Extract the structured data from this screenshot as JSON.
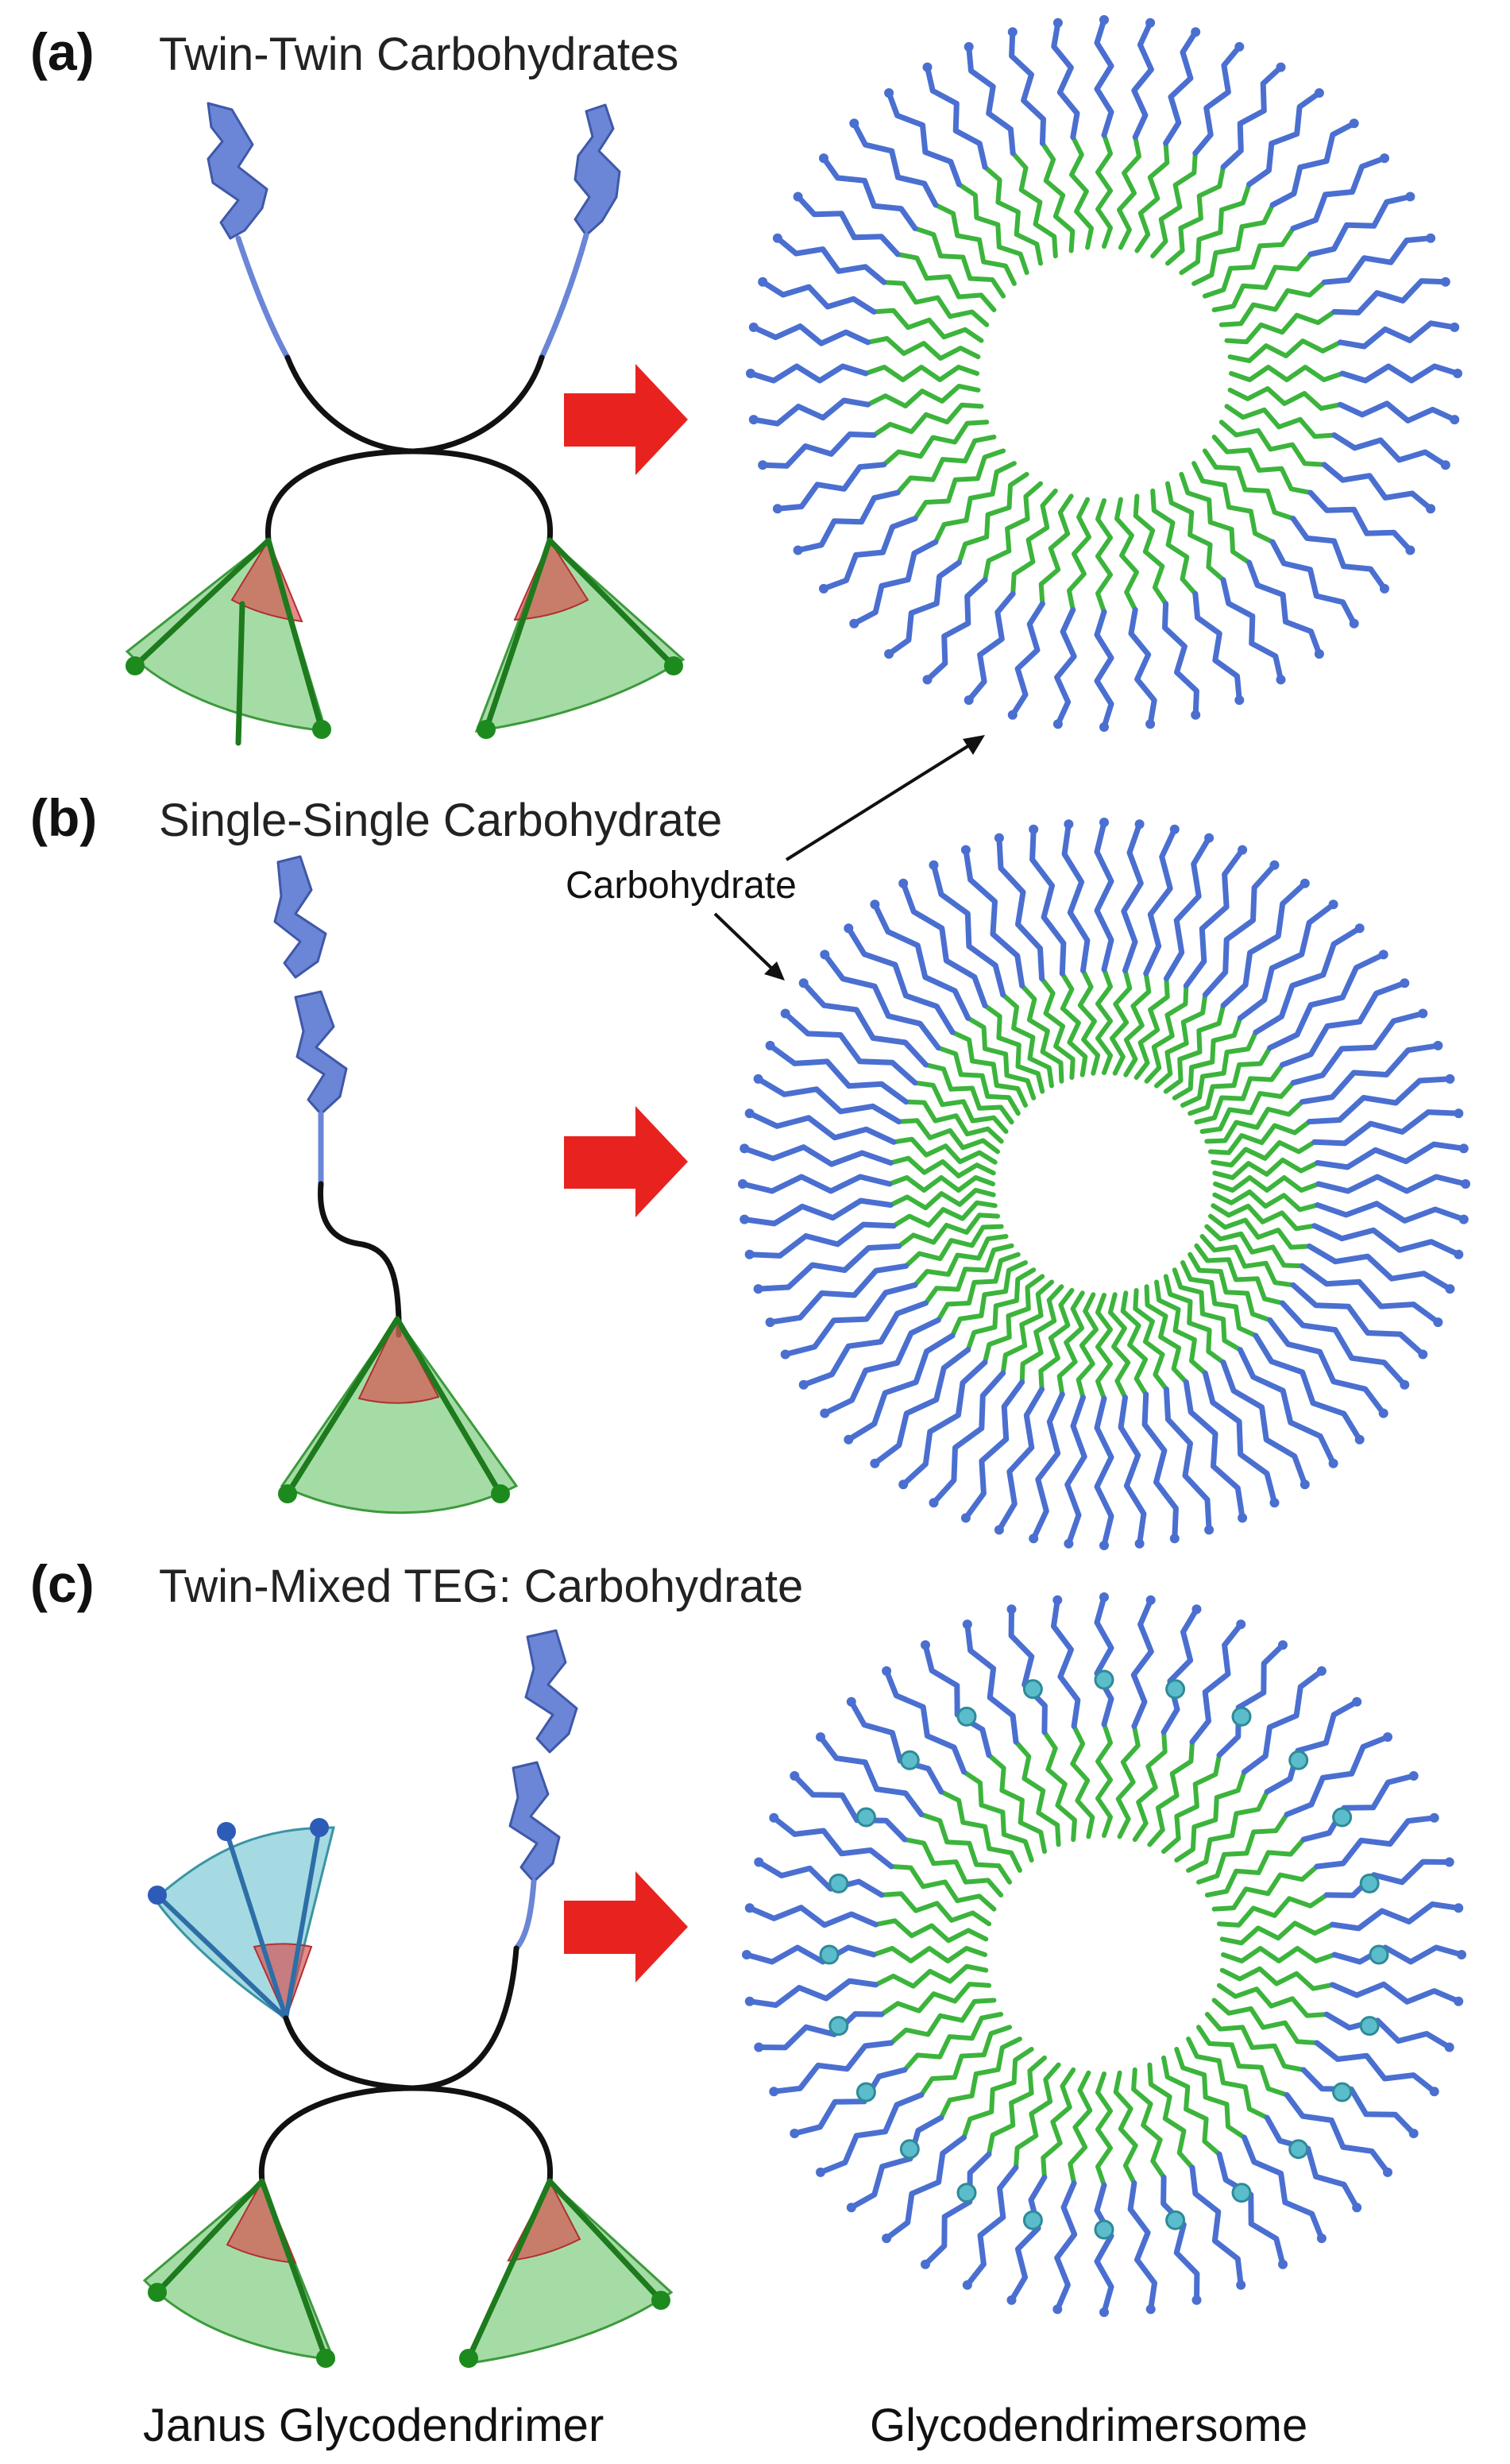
{
  "panels": [
    {
      "id": "a",
      "letter": "(a)",
      "title": "Twin-Twin Carbohydrates"
    },
    {
      "id": "b",
      "letter": "(b)",
      "title": "Single-Single Carbohydrate"
    },
    {
      "id": "c",
      "letter": "(c)",
      "title": "Twin-Mixed TEG: Carbohydrate"
    }
  ],
  "annotations": {
    "carbohydrate_label": "Carbohydrate"
  },
  "captions": {
    "left": "Janus Glycodendrimer",
    "right": "Glycodendrimersome"
  },
  "colors": {
    "carbohydrate": "#6b86d6",
    "hydrophobic_dendron": "#5bbf5b",
    "core": "#d94a4a",
    "teg": "#5bbccb",
    "arrow": "#e8231f",
    "tail": "#111111",
    "ring_hydrophobic": "#3cb43c",
    "ring_carbohydrate": "#4a6fd0"
  }
}
